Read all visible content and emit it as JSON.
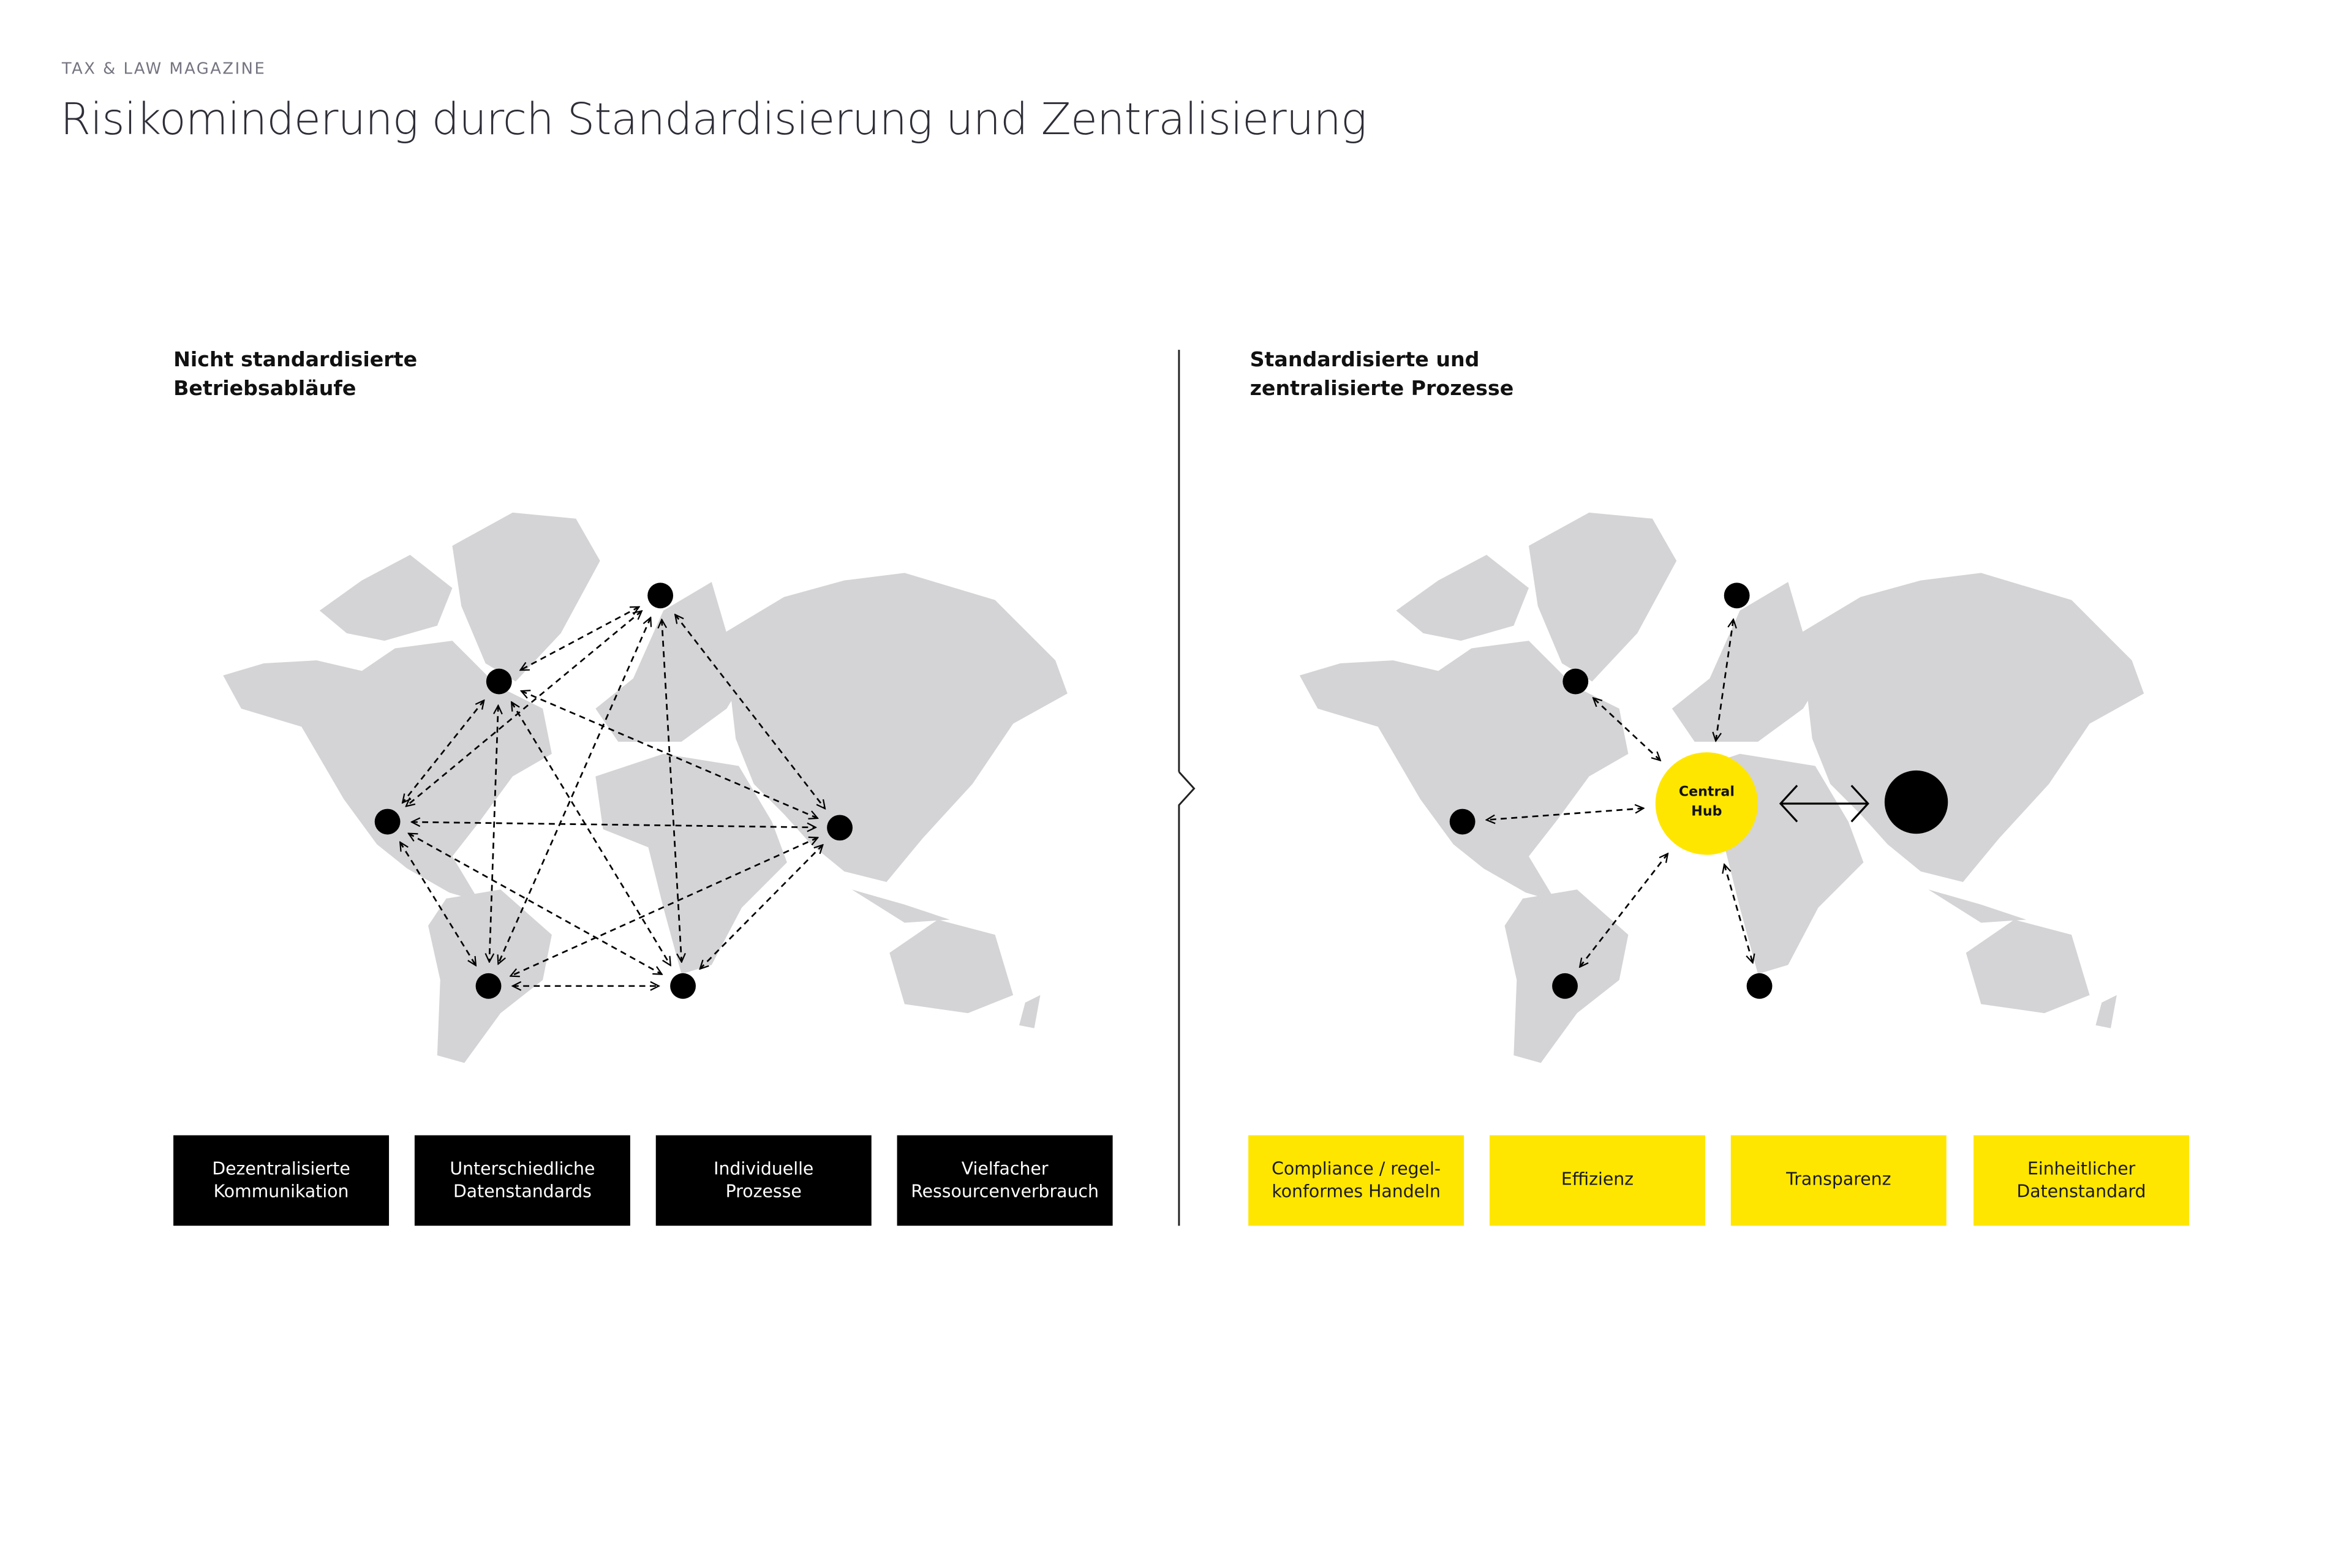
{
  "header": {
    "kicker": "TAX & LAW MAGAZINE",
    "title": "Risikominderung durch Standardisierung und Zentralisierung"
  },
  "left": {
    "heading": [
      "Nicht standardisierte",
      "Betriebsabläufe"
    ],
    "boxes": [
      [
        "Dezentralisierte",
        "Kommunikation"
      ],
      [
        "Unterschiedliche",
        "Datenstandards"
      ],
      [
        "Individuelle",
        "Prozesse"
      ],
      [
        "Vielfacher",
        "Ressourcenverbrauch"
      ]
    ]
  },
  "right": {
    "heading": [
      "Standardisierte und",
      "zentralisierte Prozesse"
    ],
    "hub": [
      "Central",
      "Hub"
    ],
    "boxes": [
      [
        "Compliance / regel-",
        "konformes Handeln"
      ],
      [
        "Effizienz"
      ],
      [
        "Transparenz"
      ],
      [
        "Einheitlicher",
        "Datenstandard"
      ]
    ]
  },
  "colors": {
    "accent": "#FFE600",
    "map": "#D4D4D6",
    "dark": "#000000"
  }
}
